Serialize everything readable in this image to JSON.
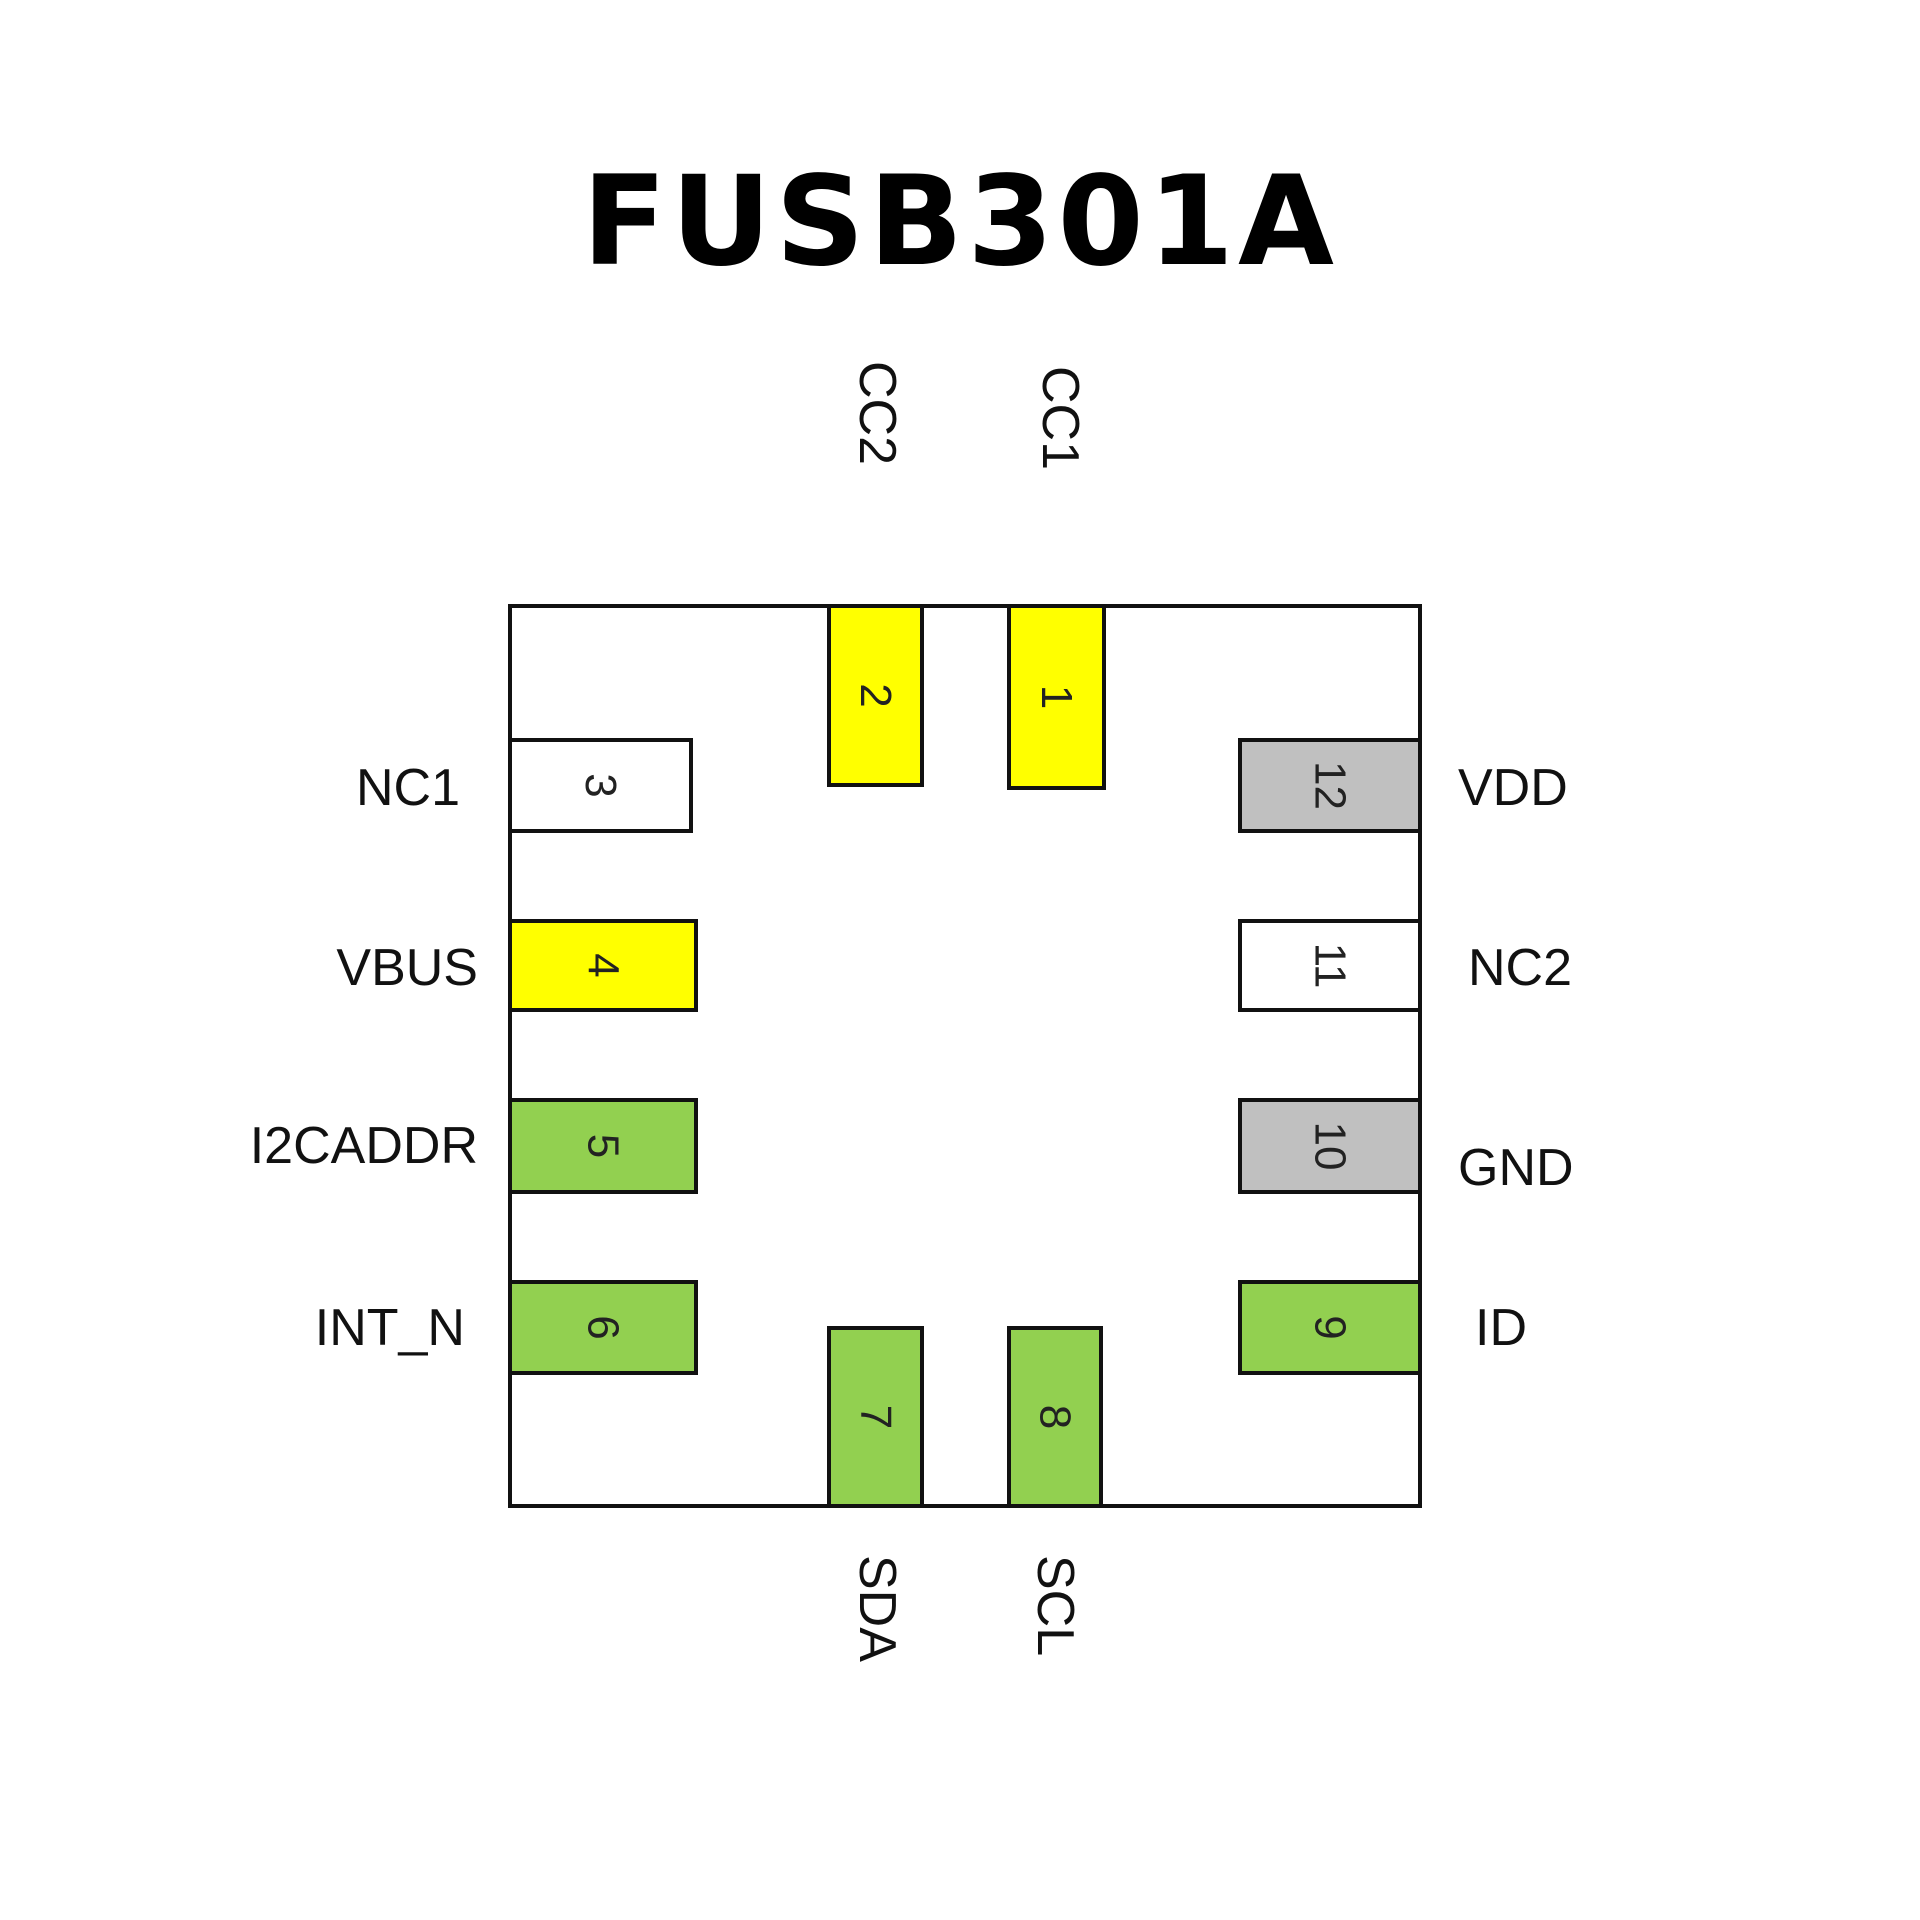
{
  "title": "FUSB301A",
  "colors": {
    "yellow": "#ffff00",
    "green": "#92d050",
    "gray": "#c0c0c0",
    "white": "#ffffff",
    "outline": "#111111"
  },
  "pins": [
    {
      "number": "1",
      "name": "CC1",
      "side": "top",
      "fill": "yellow"
    },
    {
      "number": "2",
      "name": "CC2",
      "side": "top",
      "fill": "yellow"
    },
    {
      "number": "3",
      "name": "NC1",
      "side": "left",
      "fill": "white"
    },
    {
      "number": "4",
      "name": "VBUS",
      "side": "left",
      "fill": "yellow"
    },
    {
      "number": "5",
      "name": "I2CADDR",
      "side": "left",
      "fill": "green"
    },
    {
      "number": "6",
      "name": "INT_N",
      "side": "left",
      "fill": "green"
    },
    {
      "number": "7",
      "name": "SDA",
      "side": "bottom",
      "fill": "green"
    },
    {
      "number": "8",
      "name": "SCL",
      "side": "bottom",
      "fill": "green"
    },
    {
      "number": "9",
      "name": "ID",
      "side": "right",
      "fill": "green"
    },
    {
      "number": "10",
      "name": "GND",
      "side": "right",
      "fill": "gray"
    },
    {
      "number": "11",
      "name": "NC2",
      "side": "right",
      "fill": "white"
    },
    {
      "number": "12",
      "name": "VDD",
      "side": "right",
      "fill": "gray"
    }
  ]
}
